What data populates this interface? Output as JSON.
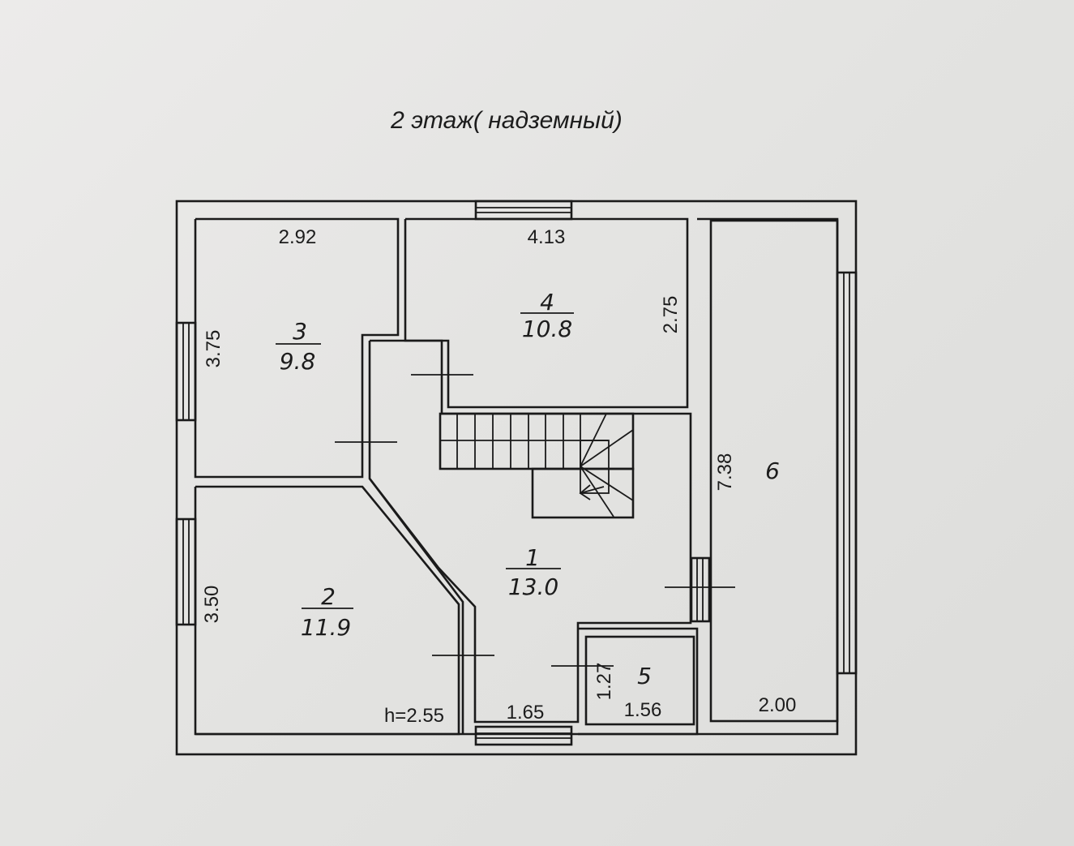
{
  "title": "2  этаж( надземный)",
  "rooms": [
    {
      "number": "1",
      "area": "13.0"
    },
    {
      "number": "2",
      "area": "11.9"
    },
    {
      "number": "3",
      "area": "9.8"
    },
    {
      "number": "4",
      "area": "10.8"
    },
    {
      "number": "5",
      "area": ""
    },
    {
      "number": "6",
      "area": ""
    }
  ],
  "dimensions": {
    "room3_width": "2.92",
    "room3_length": "3.75",
    "room4_width": "4.13",
    "room4_length": "2.75",
    "room6_length": "7.38",
    "room6_width": "2.00",
    "room2_length": "3.50",
    "ceiling_height": "h=2.55",
    "room1_width": "1.65",
    "room5_length": "1.27",
    "room5_width": "1.56"
  }
}
